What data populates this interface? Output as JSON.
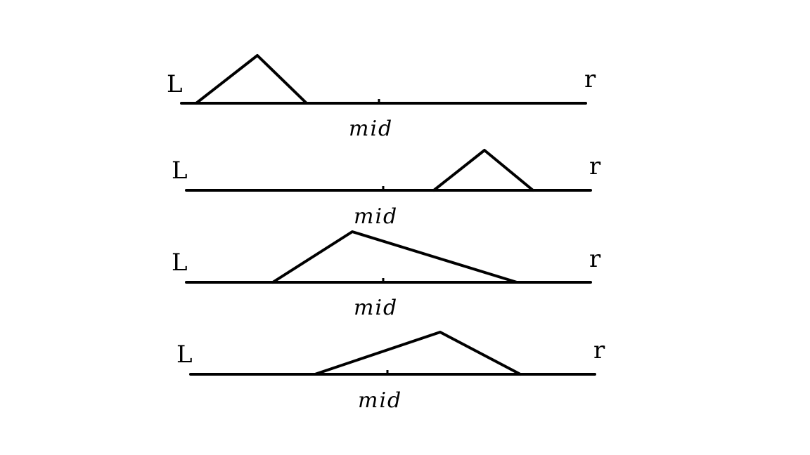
{
  "diagram": {
    "rows": [
      {
        "left_label": "L",
        "right_label": "r",
        "mid_label": "mid"
      },
      {
        "left_label": "L",
        "right_label": "r",
        "mid_label": "mid"
      },
      {
        "left_label": "L",
        "right_label": "r",
        "mid_label": "mid"
      },
      {
        "left_label": "L",
        "right_label": "r",
        "mid_label": "mid"
      }
    ]
  },
  "colors": {
    "ink": "#000000",
    "background": "#ffffff"
  }
}
